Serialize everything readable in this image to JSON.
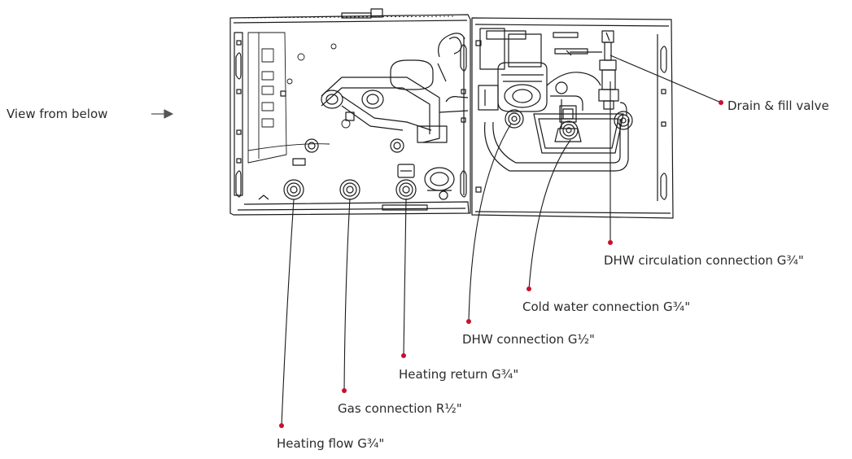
{
  "view_label": "View from below",
  "colors": {
    "leader_dot": "#c8102e",
    "drawing_line": "#1a1a1a",
    "text": "#2b2b2b"
  },
  "callouts": [
    {
      "id": "drain-fill-valve",
      "label": "Drain & fill valve"
    },
    {
      "id": "dhw-circulation-connection",
      "label": "DHW circulation connection G¾\""
    },
    {
      "id": "cold-water-connection",
      "label": "Cold water connection G¾\""
    },
    {
      "id": "dhw-connection",
      "label": "DHW connection G½\""
    },
    {
      "id": "heating-return",
      "label": "Heating return G¾\""
    },
    {
      "id": "gas-connection",
      "label": "Gas connection R½\""
    },
    {
      "id": "heating-flow",
      "label": "Heating flow G¾\""
    }
  ]
}
